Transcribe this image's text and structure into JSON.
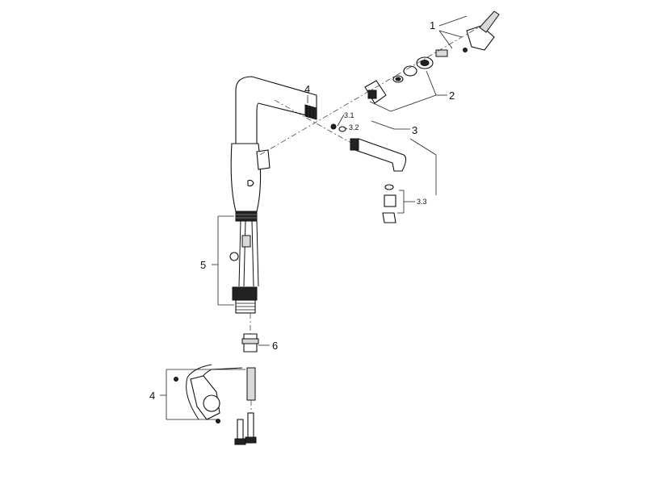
{
  "callouts": {
    "c1": "1",
    "c2": "2",
    "c3": "3",
    "c3_1": "3.1",
    "c3_2": "3.2",
    "c3_3": "3.3",
    "c4_top": "4",
    "c4_bottom": "4",
    "c5": "5",
    "c6": "6"
  },
  "colors": {
    "line": "#111111",
    "dark_fill": "#222222",
    "grey_fill": "#d9d9d9",
    "background": "#ffffff"
  }
}
